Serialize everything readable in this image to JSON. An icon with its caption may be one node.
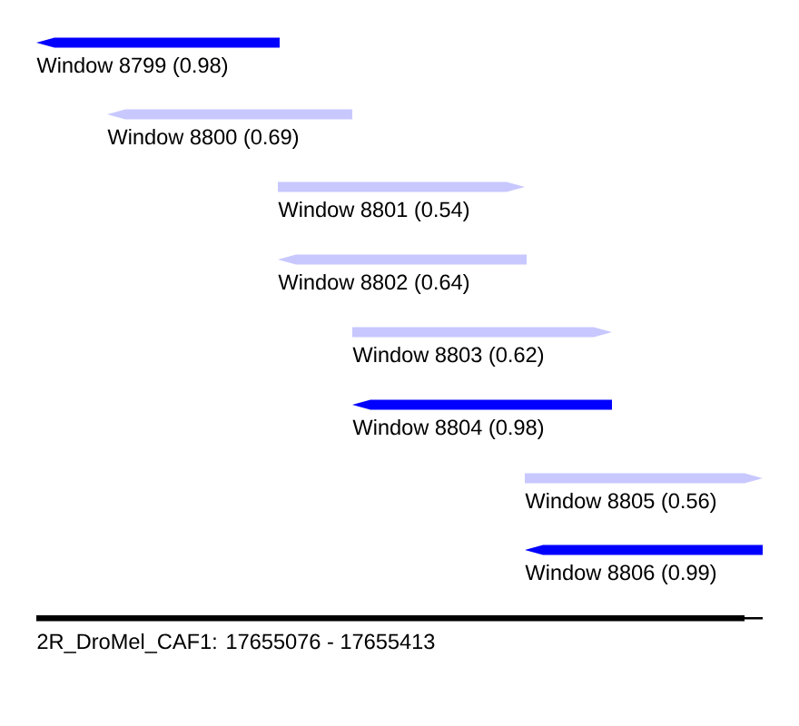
{
  "diagram": {
    "nodes": [
      {
        "text": [
          "Window 8799 (0.98)"
        ]
      },
      {
        "text": [
          "Window 8800 (0.69)"
        ]
      },
      {
        "text": [
          "Window 8801 (0.54)"
        ]
      },
      {
        "text": [
          "Window 8802 (0.64)"
        ]
      },
      {
        "text": [
          "Window 8803 (0.62)"
        ]
      },
      {
        "text": [
          "Window 8804 (0.98)"
        ]
      },
      {
        "text": [
          "Window 8805 (0.56)"
        ]
      },
      {
        "text": [
          "Window 8806 (0.99)"
        ]
      }
    ],
    "labels": [
      "2R_DroMel_CAF1: 17655076 - 17655413"
    ]
  }
}
